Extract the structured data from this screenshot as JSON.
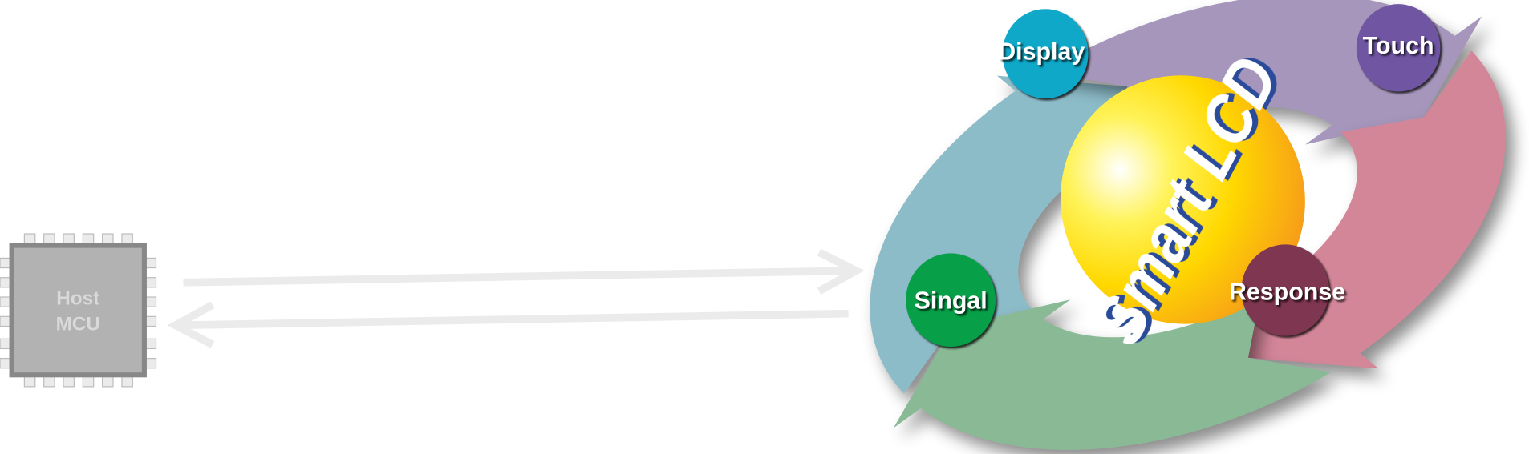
{
  "host": {
    "line1": "Host",
    "line2": "MCU"
  },
  "center": {
    "label": "Smart LCD",
    "text_color": "#ffffff",
    "shadow_color": "#2a4a9a"
  },
  "stages": [
    {
      "label": "Display",
      "segment_color": "#8dbcc9",
      "badge_color": "#0fa8c8"
    },
    {
      "label": "Touch",
      "segment_color": "#a696bb",
      "badge_color": "#6f55a2"
    },
    {
      "label": "Response",
      "segment_color": "#d48699",
      "badge_color": "#7f3650"
    },
    {
      "label": "Singal",
      "segment_color": "#8aba95",
      "badge_color": "#07a048"
    }
  ],
  "arrow_color": "#ebebeb"
}
